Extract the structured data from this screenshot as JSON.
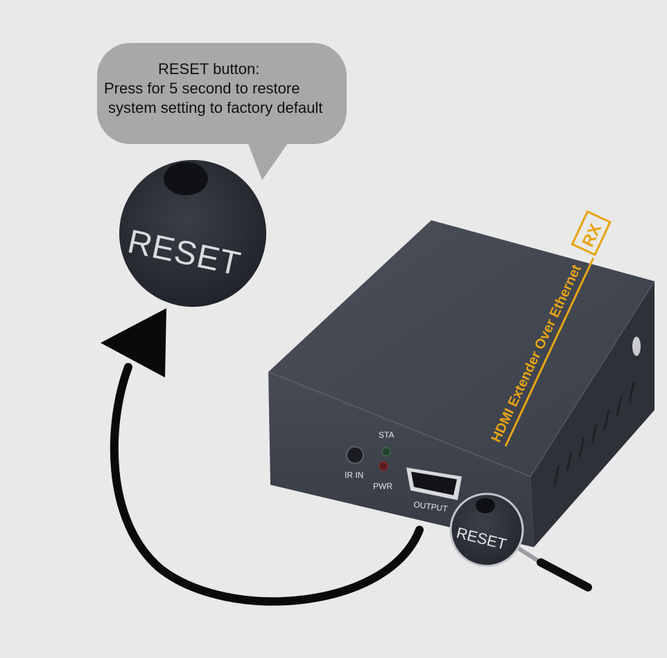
{
  "callout": {
    "title": "RESET button:",
    "line1": "Press for 5 second to restore",
    "line2": "system setting to factory default"
  },
  "zoom_label": "RESET",
  "device": {
    "label_main": "HDMI Extender Over Ethernet",
    "label_badge": "RX",
    "port_ir": "IR IN",
    "led_sta": "STA",
    "led_pwr": "PWR",
    "port_output": "OUTPUT",
    "reset_label": "RESET"
  },
  "colors": {
    "background": "#e9e9e9",
    "bubble": "#a8a8a8",
    "device_body": "#3f434d",
    "label_gold": "#e7a414",
    "arrow": "#0a0a0a"
  }
}
